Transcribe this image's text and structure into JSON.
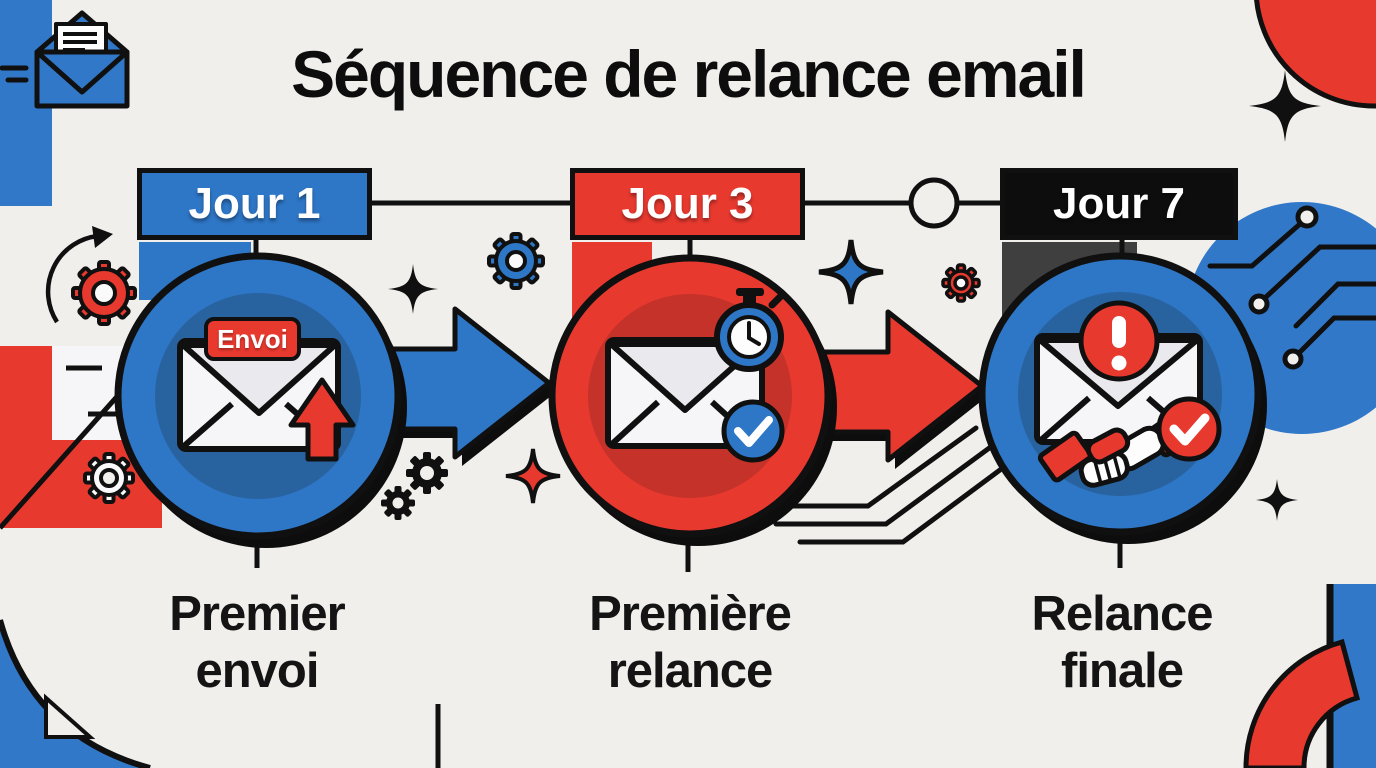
{
  "title": "Séquence de relance email",
  "steps": [
    {
      "day": "Jour 1",
      "label_line1": "Premier",
      "label_line2": "envoi",
      "badge": "Envoi",
      "accent": "#2e76c6"
    },
    {
      "day": "Jour 3",
      "label_line1": "Première",
      "label_line2": "relance",
      "accent": "#e8392f"
    },
    {
      "day": "Jour 7",
      "label_line1": "Relance",
      "label_line2": "finale",
      "accent": "#0d0d0d"
    }
  ],
  "colors": {
    "background": "#f0efec",
    "blue": "#2e76c6",
    "blue_dark": "#28639f",
    "red": "#e8392f",
    "red_dark": "#c5322a",
    "ink": "#101010",
    "white": "#ffffff"
  },
  "icons": {
    "header": "open-envelope-icon",
    "step1": [
      "envelope-icon",
      "send-up-arrow-icon"
    ],
    "step2": [
      "envelope-icon",
      "stopwatch-icon",
      "checkmark-icon"
    ],
    "step3": [
      "envelope-icon",
      "alert-icon",
      "handshake-icon",
      "checkmark-icon"
    ],
    "connectors": [
      "flow-arrow",
      "timeline-node"
    ],
    "decorations": [
      "gear-icon",
      "sparkle-icon",
      "circuit-icon",
      "corner-shapes"
    ]
  }
}
